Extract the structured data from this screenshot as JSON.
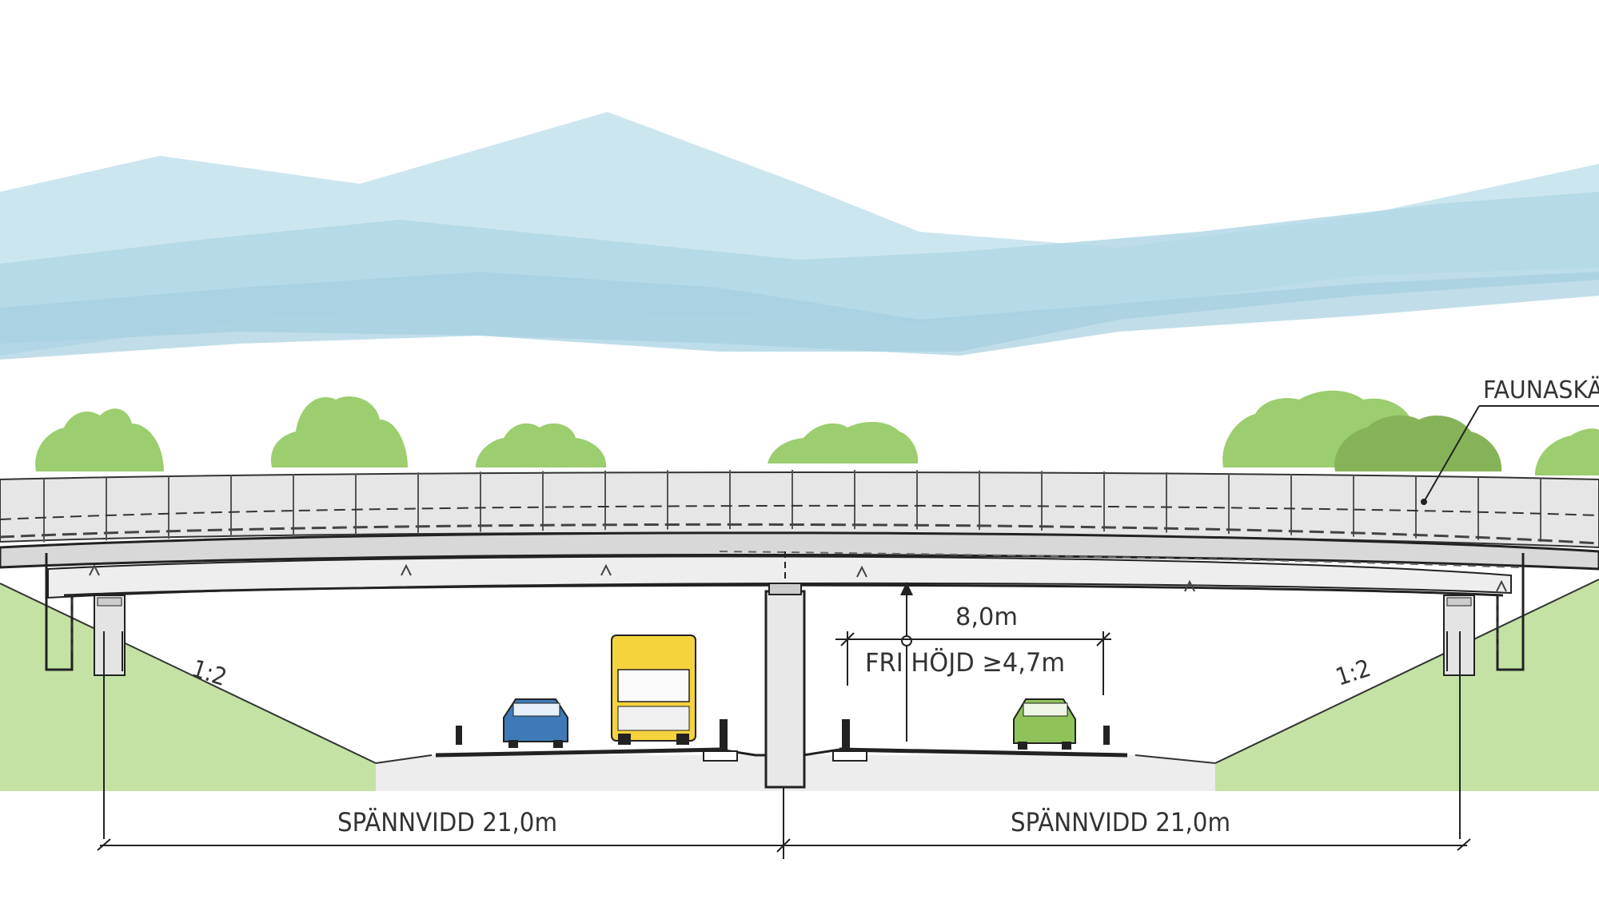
{
  "labels": {
    "fauna": "FAUNASKÄ",
    "span_left": "SPÄNNVIDD 21,0m",
    "span_right": "SPÄNNVIDD 21,0m",
    "width": "8,0m",
    "clearance": "FRI HÖJD ≥4,7m",
    "slope_left": "1:2",
    "slope_right": "1:2"
  },
  "colors": {
    "sky": "#bcdde9",
    "foliage": "#9ccd6e",
    "foliage_dark": "#86b358",
    "slope_grass": "#c3e2a4",
    "screen": "#e4e4e4",
    "deck": "#e8e8e8",
    "outline": "#333333",
    "bus": "#f4d33c",
    "car_left": "#3e7ab8",
    "car_right": "#8fc35a"
  },
  "icons": [
    "car-icon",
    "bus-icon",
    "car-icon"
  ]
}
